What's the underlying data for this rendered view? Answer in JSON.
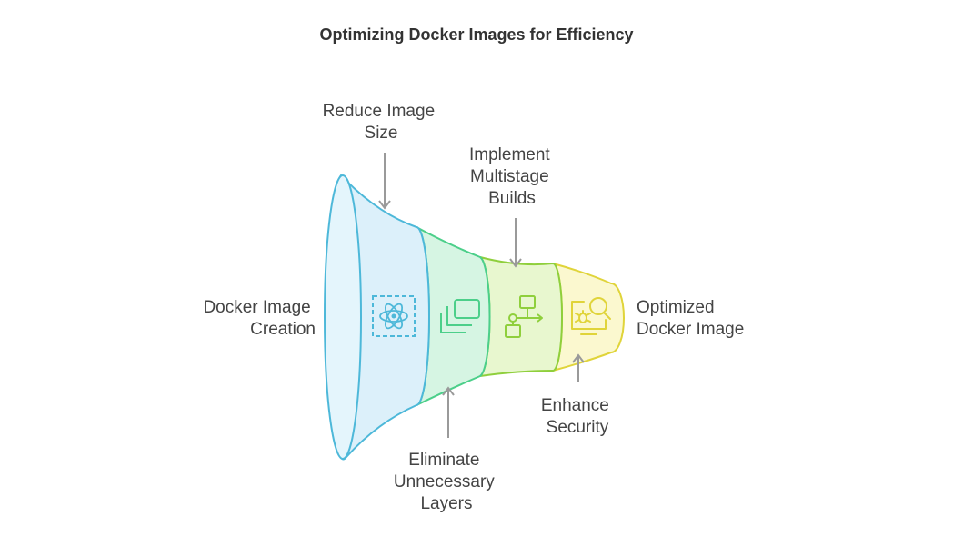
{
  "title": "Optimizing Docker Images for Efficiency",
  "start_label": [
    "Docker Image",
    "Creation"
  ],
  "end_label": [
    "Optimized",
    "Docker Image"
  ],
  "stages": [
    {
      "name": "Reduce Image Size",
      "label_lines": [
        "Reduce Image",
        "Size"
      ],
      "icon": "react-atom-icon",
      "color": "#dcf0fa",
      "stroke": "#4db8d9",
      "label_position": "top"
    },
    {
      "name": "Eliminate Unnecessary Layers",
      "label_lines": [
        "Eliminate",
        "Unnecessary",
        "Layers"
      ],
      "icon": "stacked-layers-icon",
      "color": "#d6f5e3",
      "stroke": "#4ccf8a",
      "label_position": "bottom"
    },
    {
      "name": "Implement Multistage Builds",
      "label_lines": [
        "Implement",
        "Multistage",
        "Builds"
      ],
      "icon": "workflow-diagram-icon",
      "color": "#e8f7cf",
      "stroke": "#8fcf3c",
      "label_position": "top"
    },
    {
      "name": "Enhance Security",
      "label_lines": [
        "Enhance",
        "Security"
      ],
      "icon": "bug-scan-monitor-icon",
      "color": "#fbf8cf",
      "stroke": "#e0d43a",
      "label_position": "bottom"
    }
  ]
}
